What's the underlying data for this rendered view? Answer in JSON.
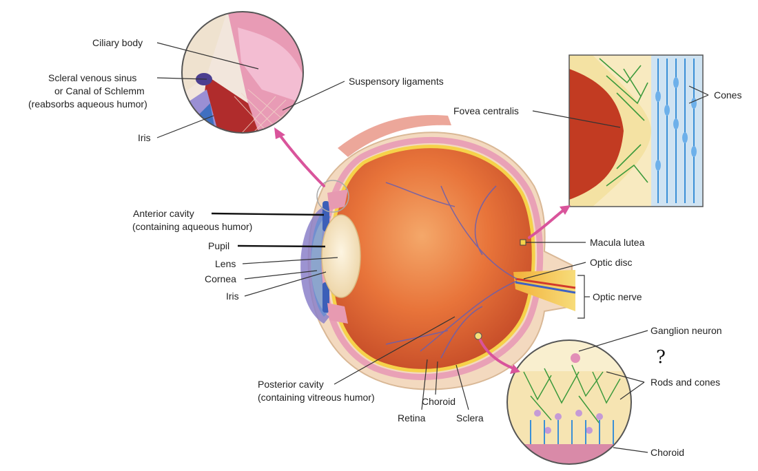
{
  "labels": {
    "ciliary_body": "Ciliary body",
    "scleral_sinus_1": "Scleral venous sinus",
    "scleral_sinus_2": "or Canal of Schlemm",
    "scleral_sinus_3": "(reabsorbs aqueous humor)",
    "iris_top": "Iris",
    "suspensory": "Suspensory ligaments",
    "fovea": "Fovea centralis",
    "cones": "Cones",
    "anterior_1": "Anterior cavity",
    "anterior_2": "(containing aqueous humor)",
    "pupil": "Pupil",
    "lens": "Lens",
    "cornea": "Cornea",
    "iris": "Iris",
    "macula": "Macula lutea",
    "optic_disc": "Optic disc",
    "optic_nerve": "Optic nerve",
    "ganglion": "Ganglion neuron",
    "question": "?",
    "rods_cones": "Rods and cones",
    "choroid_inset": "Choroid",
    "posterior_1": "Posterior cavity",
    "posterior_2": "(containing vitreous humor)",
    "choroid": "Choroid",
    "retina": "Retina",
    "sclera": "Sclera"
  },
  "colors": {
    "vitreous": "#e8743a",
    "sclera": "#f3d9bf",
    "retina_yellow": "#f6d24a",
    "choroid_pink": "#e9a1b6",
    "lens": "#f7e7c4",
    "iris_blue": "#4a6fc0",
    "optic_yellow": "#f5c842",
    "fovea_red": "#c23b22",
    "neuron_green": "#3c9a3c",
    "cone_blue": "#3a8fd6",
    "arrow_pink": "#d9549b"
  }
}
